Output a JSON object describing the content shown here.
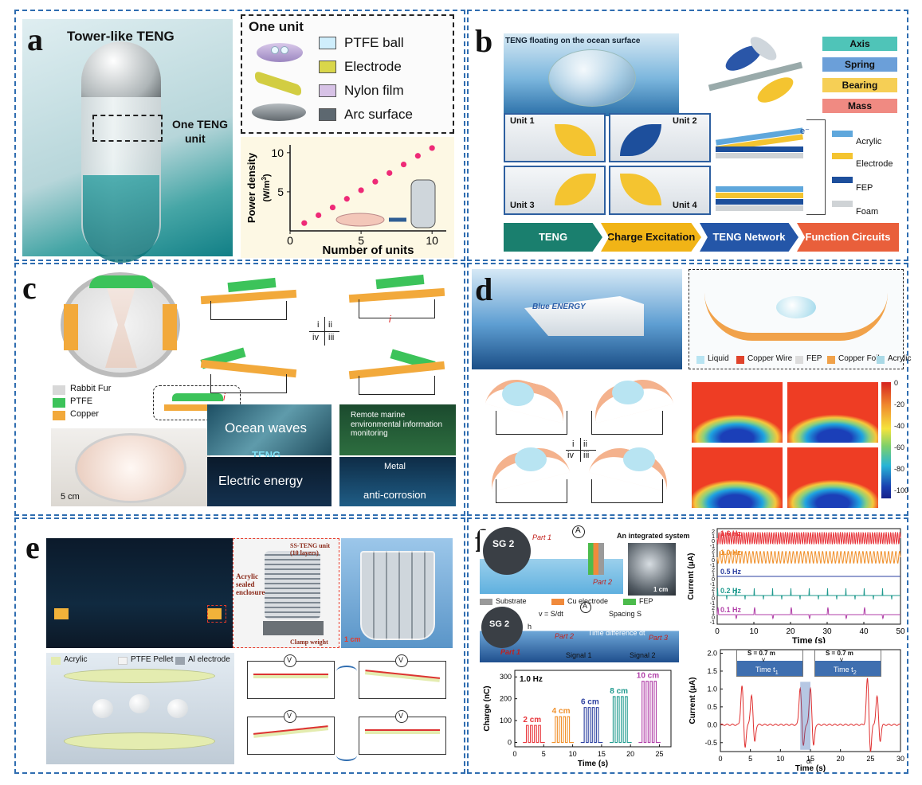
{
  "panels": {
    "a": {
      "label": "a",
      "title": "Tower-like TENG",
      "unit_callout": "One TENG",
      "unit_callout2": "unit",
      "one_unit": "One unit",
      "legend": [
        {
          "label": "PTFE ball",
          "color": "#cfeefc"
        },
        {
          "label": "Electrode",
          "color": "#d9d64a"
        },
        {
          "label": "Nylon film",
          "color": "#d7c2e6"
        },
        {
          "label": "Arc surface",
          "color": "#5d6870"
        }
      ]
    },
    "b": {
      "label": "b",
      "floating": "TENG floating on the ocean surface",
      "components": [
        {
          "label": "Axis",
          "color": "#4fc4b8"
        },
        {
          "label": "Spring",
          "color": "#6b9fd9"
        },
        {
          "label": "Bearing",
          "color": "#f6cf55"
        },
        {
          "label": "Mass",
          "color": "#f08a82"
        }
      ],
      "units": [
        "Unit 1",
        "Unit 2",
        "Unit 3",
        "Unit 4"
      ],
      "materials": [
        {
          "label": "Acrylic",
          "color": "#5fa7dc"
        },
        {
          "label": "Electrode",
          "color": "#f4c430"
        },
        {
          "label": "FEP",
          "color": "#1d4f9c"
        },
        {
          "label": "Foam",
          "color": "#cfd3d6"
        }
      ],
      "flow": [
        {
          "label": "TENG",
          "color": "#1a7f6e"
        },
        {
          "label": "Charge Excitation",
          "color": "#f1b416"
        },
        {
          "label": "TENG Network",
          "color": "#2456a8"
        },
        {
          "label": "Function Circuits",
          "color": "#e95f3b"
        }
      ],
      "electron": "e⁻"
    },
    "c": {
      "label": "c",
      "legend": [
        {
          "label": "Rabbit Fur",
          "color": "#d8d8d8"
        },
        {
          "label": "PTFE",
          "color": "#3cc35a"
        },
        {
          "label": "Copper",
          "color": "#f2a93b"
        }
      ],
      "scale": "5 cm",
      "stages": [
        "i",
        "ii",
        "iv",
        "iii"
      ],
      "current": "i",
      "ocean": "Ocean waves",
      "teng": "TENG",
      "electric": "Electric energy",
      "app1": "Remote marine environmental information monitoring",
      "app2a": "Metal",
      "app2b": "anti-corrosion"
    },
    "d": {
      "label": "d",
      "brand": "Blue ENERGY",
      "legend": [
        {
          "label": "Liquid",
          "color": "#b8e4f2"
        },
        {
          "label": "Copper Wire",
          "color": "#e0432b"
        },
        {
          "label": "FEP",
          "color": "#dcdcdc"
        },
        {
          "label": "Copper Foil",
          "color": "#f1a24a"
        },
        {
          "label": "Acrylic",
          "color": "#a9d9e6"
        }
      ],
      "stages": [
        "i",
        "ii",
        "iv",
        "iii"
      ],
      "colorbar_ticks": [
        "0",
        "-20",
        "-40",
        "-60",
        "-80",
        "-100"
      ]
    },
    "e": {
      "label": "e",
      "acrylic_enclosure": "Acrylic sealed enclosure",
      "unit_label": "SS-TENG unit (10 layers)",
      "clamp": "Clamp weight",
      "scale": "1 cm",
      "legend": [
        {
          "label": "Acrylic",
          "color": "#e4ecb0"
        },
        {
          "label": "PTFE Pellet",
          "color": "#f3f3f3"
        },
        {
          "label": "Al electrode",
          "color": "#9aa3ad"
        }
      ],
      "meter": "V"
    },
    "f": {
      "label": "f",
      "sg": "SG 2",
      "part1": "Part 1",
      "part2": "Part 2",
      "part3": "Part 3",
      "ammeter": "A",
      "integrated": "An integrated system",
      "scale": "1 cm",
      "legend": [
        {
          "label": "Substrate",
          "color": "#9a9a9a"
        },
        {
          "label": "Cu electrode",
          "color": "#f08a3c"
        },
        {
          "label": "FEP",
          "color": "#4cbb4c"
        }
      ],
      "velocity": "v = S/dt",
      "spacing": "Spacing S",
      "h": "h",
      "time_diff": "Time difference dt",
      "signal1": "Signal 1",
      "signal2": "Signal 2",
      "inset_s": "S = 0.7 m",
      "inset_v": "v",
      "time1": "Time t",
      "time1_sub": "1",
      "time2": "Time t",
      "time2_sub": "2",
      "dt": "dt"
    }
  },
  "chart_data": [
    {
      "type": "scatter",
      "id": "power-density",
      "xlabel": "Number of units",
      "ylabel": "Power density",
      "ylabel_unit": "(W/m",
      "ylabel_unit_sup": "3",
      "ylabel_unit_close": ")",
      "xlim": [
        0,
        11
      ],
      "ylim": [
        0,
        11
      ],
      "xticks": [
        0,
        5,
        10
      ],
      "yticks": [
        5,
        10
      ],
      "color": "#ee2a77",
      "x": [
        1,
        2,
        3,
        4,
        5,
        6,
        7,
        8,
        9,
        10
      ],
      "y": [
        1.0,
        2.0,
        3.0,
        4.1,
        5.2,
        6.3,
        7.4,
        8.5,
        9.6,
        10.6
      ]
    },
    {
      "type": "line",
      "id": "frequency-current",
      "xlabel": "Time (s)",
      "ylabel": "Current (μA)",
      "xlim": [
        0,
        50
      ],
      "xticks": [
        0,
        10,
        20,
        30,
        40,
        50
      ],
      "yticks": [
        2,
        1,
        0,
        -1,
        2,
        1,
        0,
        -1,
        2,
        1,
        0,
        -1,
        2,
        1,
        0,
        -1,
        2,
        1,
        0,
        -1
      ],
      "series": [
        {
          "name": "1.6 Hz",
          "color": "#e8363c",
          "freq": 1.6
        },
        {
          "name": "1.0 Hz",
          "color": "#f0902a",
          "freq": 1.0
        },
        {
          "name": "0.5 Hz",
          "color": "#2b3fa0",
          "freq": 0.5
        },
        {
          "name": "0.2 Hz",
          "color": "#1f9a8e",
          "freq": 0.2
        },
        {
          "name": "0.1 Hz",
          "color": "#b13fa8",
          "freq": 0.1
        }
      ]
    },
    {
      "type": "bar",
      "id": "spacing-charge",
      "title": "1.0 Hz",
      "xlabel": "Time (s)",
      "ylabel": "Charge (nC)",
      "xlim": [
        0,
        27
      ],
      "ylim": [
        -20,
        330
      ],
      "xticks": [
        0,
        5,
        10,
        15,
        20,
        25
      ],
      "yticks": [
        0,
        100,
        200,
        300
      ],
      "series": [
        {
          "name": "2 cm",
          "color": "#e8363c",
          "peak": 78,
          "start": 2
        },
        {
          "name": "4 cm",
          "color": "#f0902a",
          "peak": 118,
          "start": 7
        },
        {
          "name": "6 cm",
          "color": "#2b3fa0",
          "peak": 160,
          "start": 12
        },
        {
          "name": "8 cm",
          "color": "#1f9a8e",
          "peak": 210,
          "start": 17
        },
        {
          "name": "10 cm",
          "color": "#b13fa8",
          "peak": 280,
          "start": 22
        }
      ]
    },
    {
      "type": "line",
      "id": "time-difference-current",
      "xlabel": "Time (s)",
      "ylabel": "Current (μA)",
      "xlim": [
        0,
        30
      ],
      "ylim": [
        -0.75,
        2.1
      ],
      "xticks": [
        0,
        5,
        10,
        15,
        20,
        25,
        30
      ],
      "yticks": [
        -0.5,
        0.0,
        0.5,
        1.0,
        1.5,
        2.0
      ],
      "color": "#e03030"
    }
  ]
}
